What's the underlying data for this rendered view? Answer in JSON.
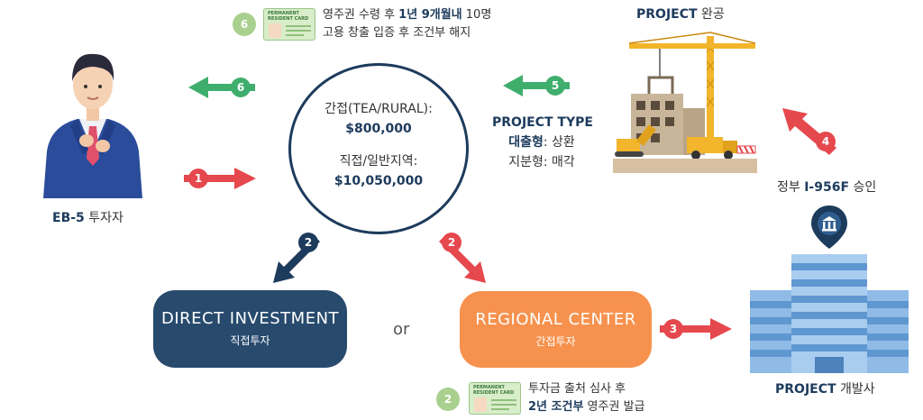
{
  "investor": {
    "label_bold": "EB-5",
    "label_rest": " 투자자"
  },
  "circle": {
    "line1": "간접(TEA/RURAL):",
    "value1": "$800,000",
    "line2": "직접/일반지역:",
    "value2": "$10,050,000"
  },
  "direct": {
    "title": "DIRECT INVESTMENT",
    "sub": "직접투자"
  },
  "or_label": "or",
  "regional": {
    "title": "REGIONAL CENTER",
    "sub": "간접투자"
  },
  "top_note": {
    "badge": "6",
    "line1_a": "영주권 수령 후 ",
    "line1_b": "1년 9개월내",
    "line1_c": " 10명",
    "line2": "고용 창출 입증 후 조건부 해지"
  },
  "bottom_note": {
    "badge": "2",
    "line1": "투자금 출처 심사 후",
    "line2_a": "2년 조건부",
    "line2_b": " 영주권 발급"
  },
  "card": {
    "line1": "PERMANENT",
    "line2": "RESIDENT CARD"
  },
  "project_complete": {
    "bold": "PROJECT",
    "rest": " 완공"
  },
  "project_type": {
    "title": "PROJECT TYPE",
    "loan_bold": "대출형",
    "loan_rest": ": 상환",
    "equity": "지분형: 매각"
  },
  "approval": {
    "a": "정부 ",
    "b": "I-956F",
    "c": " 승인"
  },
  "developer": {
    "bold": "PROJECT",
    "rest": " 개발사"
  },
  "arrows": {
    "a1": "1",
    "a2_left": "2",
    "a2_right": "2",
    "a3": "3",
    "a4": "4",
    "a5": "5",
    "a6": "6"
  },
  "colors": {
    "navy": "#1d3b5c",
    "red": "#e5484d",
    "green": "#3fae6d",
    "orange": "#f6924e",
    "badge_green": "#a9d08e",
    "building_blue": "#6aa5dc"
  }
}
